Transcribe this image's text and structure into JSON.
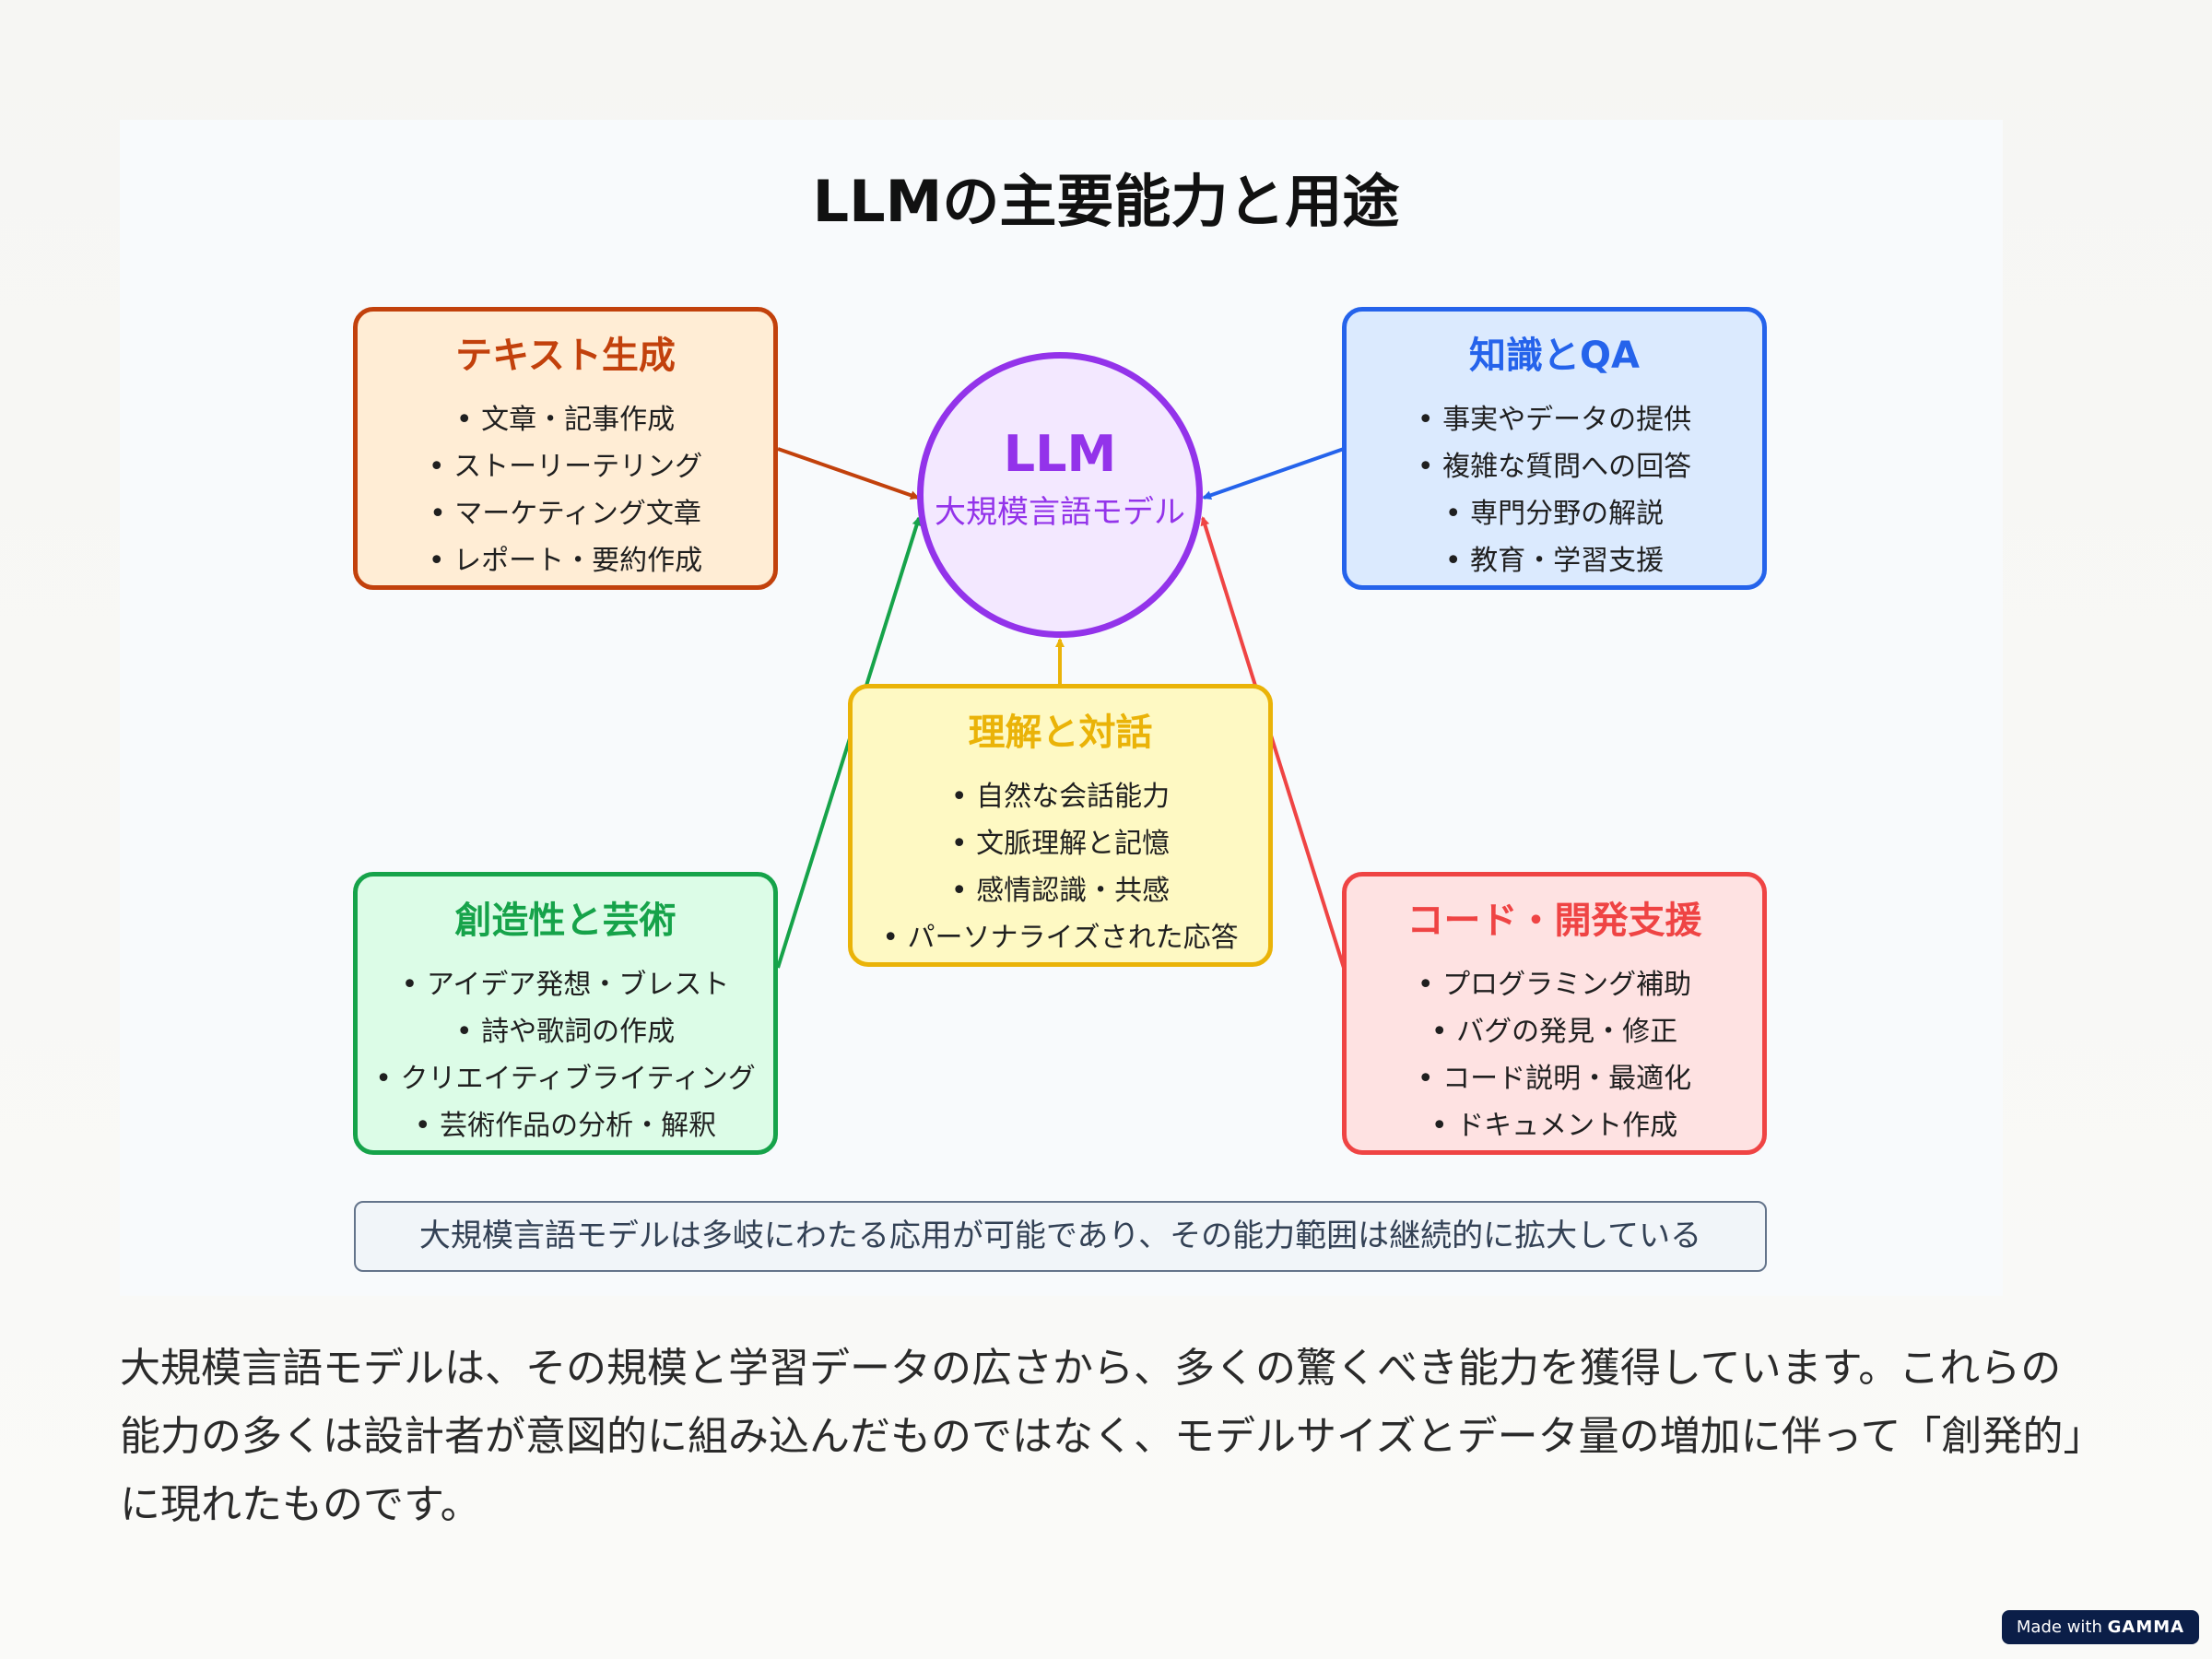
{
  "diagram": {
    "title": "LLMの主要能力と用途",
    "center": {
      "label": "LLM",
      "sublabel": "大規模言語モデル",
      "color": "#9333ea",
      "fill": "#f3e8ff"
    },
    "nodes": {
      "text_generation": {
        "title": "テキスト生成",
        "color": "#c2410c",
        "fill": "#ffedd5",
        "items": [
          "• 文章・記事作成",
          "• ストーリーテリング",
          "• マーケティング文章",
          "• レポート・要約作成"
        ]
      },
      "knowledge_qa": {
        "title": "知識とQA",
        "color": "#2563eb",
        "fill": "#dbeafe",
        "items": [
          "• 事実やデータの提供",
          "• 複雑な質問への回答",
          "• 専門分野の解説",
          "• 教育・学習支援"
        ]
      },
      "understanding": {
        "title": "理解と対話",
        "color": "#eab308",
        "fill": "#fef9c3",
        "items": [
          "• 自然な会話能力",
          "• 文脈理解と記憶",
          "• 感情認識・共感",
          "• パーソナライズされた応答"
        ]
      },
      "creativity": {
        "title": "創造性と芸術",
        "color": "#16a34a",
        "fill": "#dcfce7",
        "items": [
          "• アイデア発想・ブレスト",
          "• 詩や歌詞の作成",
          "• クリエイティブライティング",
          "• 芸術作品の分析・解釈"
        ]
      },
      "code": {
        "title": "コード・開発支援",
        "color": "#ef4444",
        "fill": "#fee2e2",
        "items": [
          "• プログラミング補助",
          "• バグの発見・修正",
          "• コード説明・最適化",
          "• ドキュメント作成"
        ]
      }
    },
    "summary": "大規模言語モデルは多岐にわたる応用が可能であり、その能力範囲は継続的に拡大している"
  },
  "body_text": "大規模言語モデルは、その規模と学習データの広さから、多くの驚くべき能力を獲得しています。これらの能力の多くは設計者が意図的に組み込んだものではなく、モデルサイズとデータ量の増加に伴って「創発的」に現れたものです。",
  "badge": {
    "prefix": "Made with",
    "brand": "GAMMA"
  }
}
